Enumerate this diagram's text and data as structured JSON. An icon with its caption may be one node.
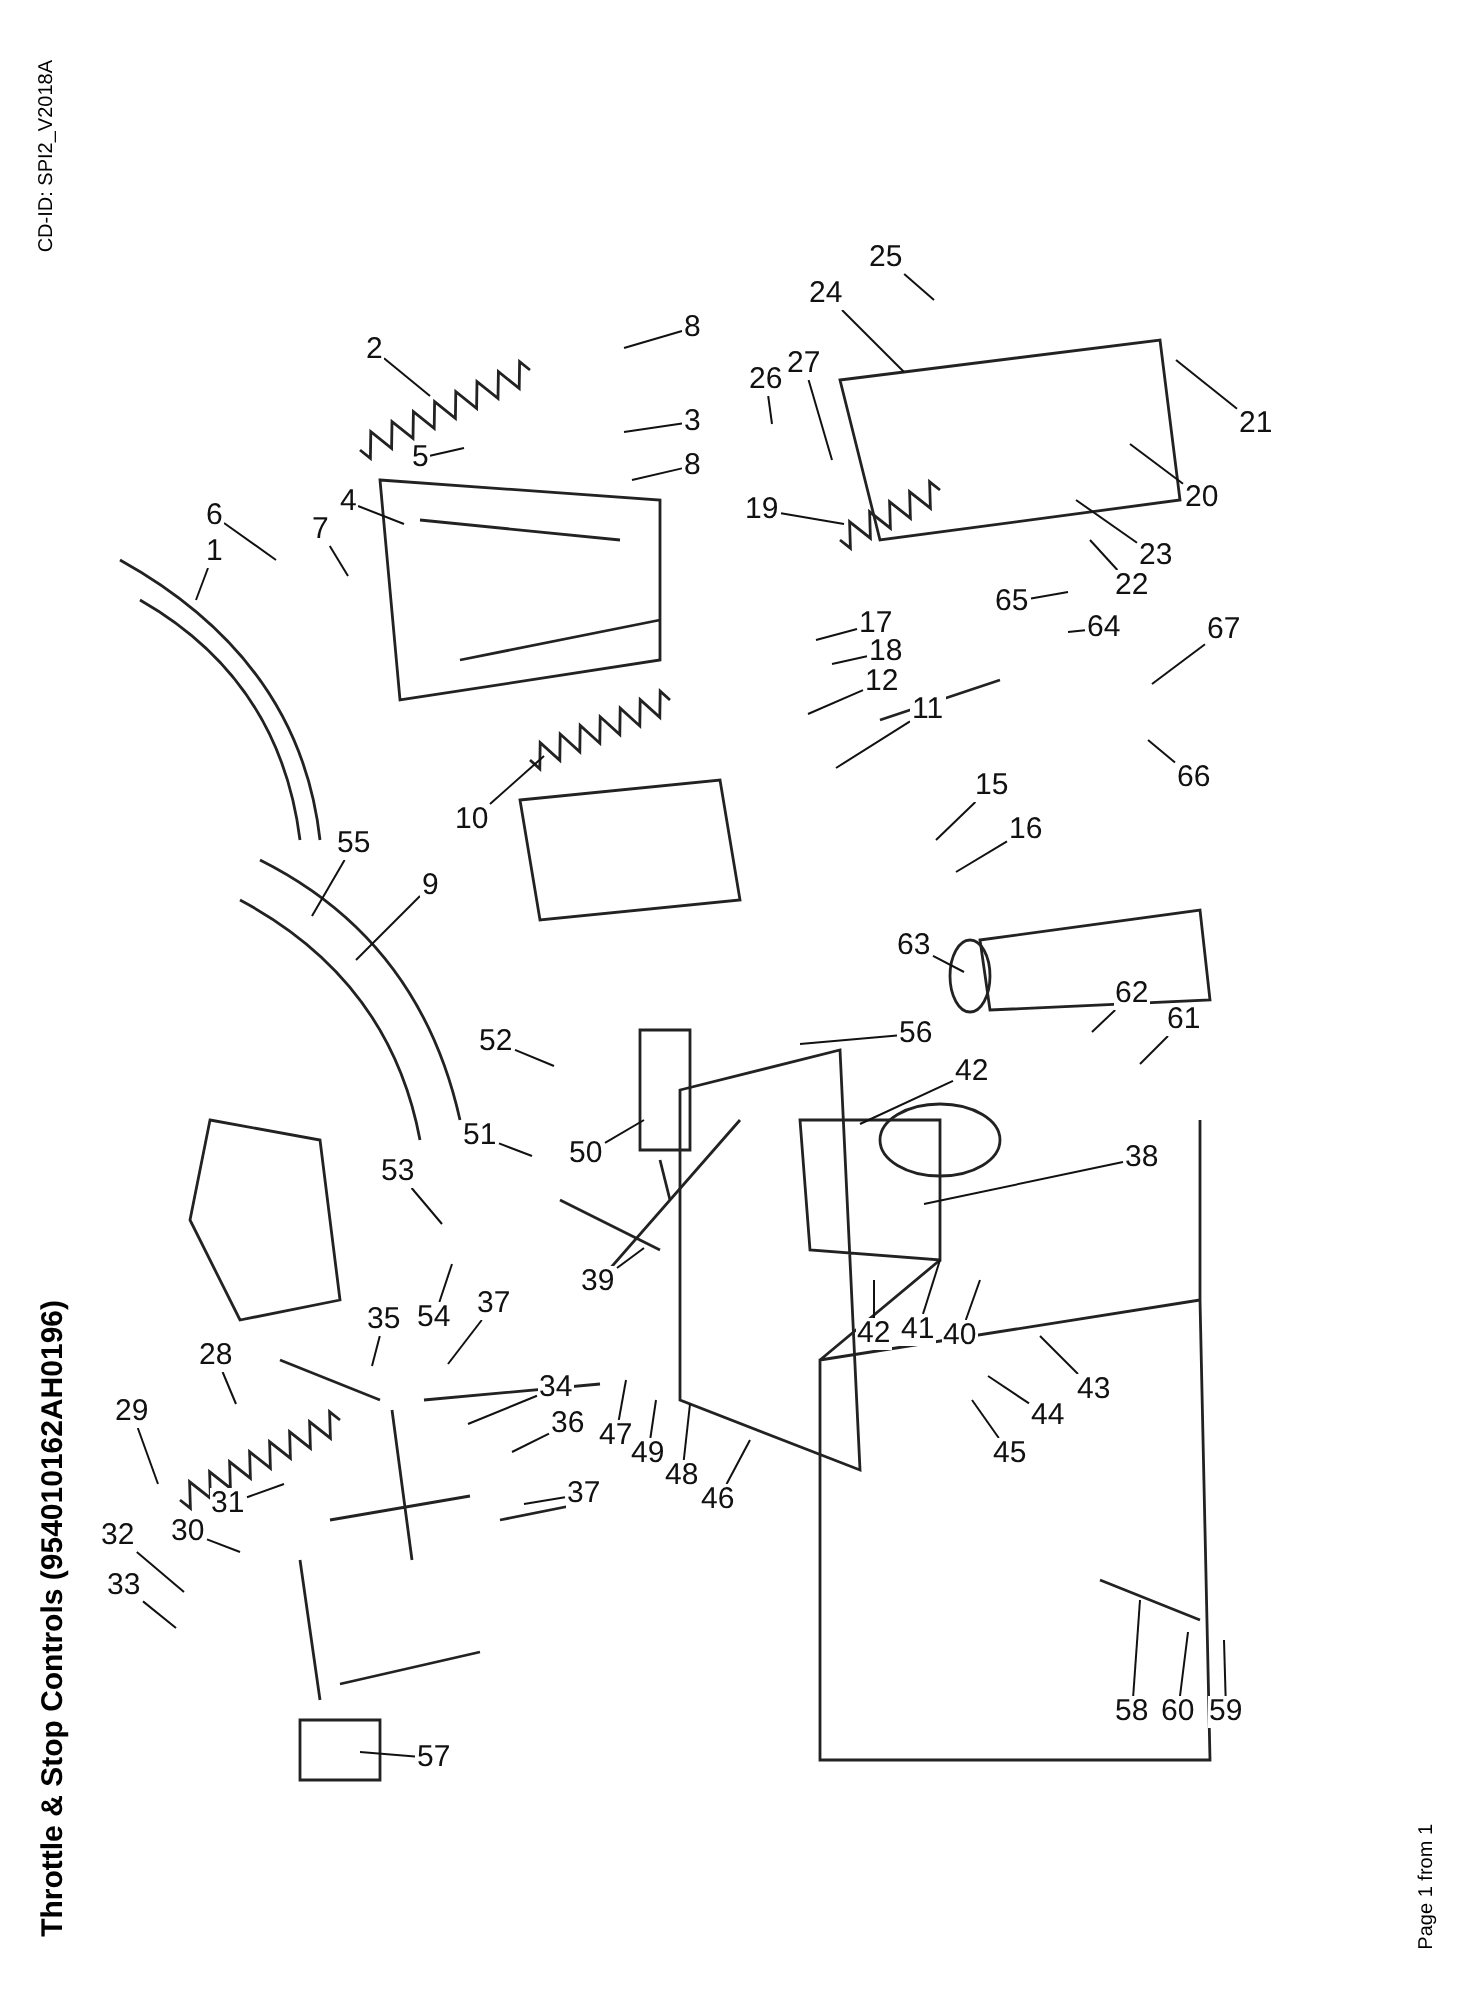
{
  "diagram": {
    "title": "Throttle & Stop Controls (954010162AH0196)",
    "nodes": [
      {
        "text": [
          "1"
        ]
      },
      {
        "text": [
          "2"
        ]
      },
      {
        "text": [
          "3"
        ]
      },
      {
        "text": [
          "4"
        ]
      },
      {
        "text": [
          "5"
        ]
      },
      {
        "text": [
          "6"
        ]
      },
      {
        "text": [
          "7"
        ]
      },
      {
        "text": [
          "8"
        ]
      },
      {
        "text": [
          "8"
        ]
      },
      {
        "text": [
          "9"
        ]
      },
      {
        "text": [
          "10"
        ]
      },
      {
        "text": [
          "11"
        ]
      },
      {
        "text": [
          "12"
        ]
      },
      {
        "text": [
          "15"
        ]
      },
      {
        "text": [
          "16"
        ]
      },
      {
        "text": [
          "17"
        ]
      },
      {
        "text": [
          "18"
        ]
      },
      {
        "text": [
          "19"
        ]
      },
      {
        "text": [
          "20"
        ]
      },
      {
        "text": [
          "21"
        ]
      },
      {
        "text": [
          "22"
        ]
      },
      {
        "text": [
          "23"
        ]
      },
      {
        "text": [
          "24"
        ]
      },
      {
        "text": [
          "25"
        ]
      },
      {
        "text": [
          "26"
        ]
      },
      {
        "text": [
          "27"
        ]
      },
      {
        "text": [
          "28"
        ]
      },
      {
        "text": [
          "29"
        ]
      },
      {
        "text": [
          "30"
        ]
      },
      {
        "text": [
          "31"
        ]
      },
      {
        "text": [
          "32"
        ]
      },
      {
        "text": [
          "33"
        ]
      },
      {
        "text": [
          "34"
        ]
      },
      {
        "text": [
          "35"
        ]
      },
      {
        "text": [
          "36"
        ]
      },
      {
        "text": [
          "37"
        ]
      },
      {
        "text": [
          "37"
        ]
      },
      {
        "text": [
          "38"
        ]
      },
      {
        "text": [
          "39"
        ]
      },
      {
        "text": [
          "40"
        ]
      },
      {
        "text": [
          "41"
        ]
      },
      {
        "text": [
          "42"
        ]
      },
      {
        "text": [
          "42"
        ]
      },
      {
        "text": [
          "43"
        ]
      },
      {
        "text": [
          "44"
        ]
      },
      {
        "text": [
          "45"
        ]
      },
      {
        "text": [
          "46"
        ]
      },
      {
        "text": [
          "47"
        ]
      },
      {
        "text": [
          "48"
        ]
      },
      {
        "text": [
          "49"
        ]
      },
      {
        "text": [
          "50"
        ]
      },
      {
        "text": [
          "51"
        ]
      },
      {
        "text": [
          "52"
        ]
      },
      {
        "text": [
          "53"
        ]
      },
      {
        "text": [
          "54"
        ]
      },
      {
        "text": [
          "55"
        ]
      },
      {
        "text": [
          "56"
        ]
      },
      {
        "text": [
          "57"
        ]
      },
      {
        "text": [
          "58"
        ]
      },
      {
        "text": [
          "59"
        ]
      },
      {
        "text": [
          "60"
        ]
      },
      {
        "text": [
          "61"
        ]
      },
      {
        "text": [
          "62"
        ]
      },
      {
        "text": [
          "63"
        ]
      },
      {
        "text": [
          "64"
        ]
      },
      {
        "text": [
          "65"
        ]
      },
      {
        "text": [
          "66"
        ]
      },
      {
        "text": [
          "67"
        ]
      }
    ],
    "edges": [
      {
        "from": 0,
        "to": null,
        "arrow": "none"
      },
      {
        "from": 1,
        "to": null,
        "arrow": "none"
      },
      {
        "from": 2,
        "to": null,
        "arrow": "none"
      },
      {
        "from": 3,
        "to": null,
        "arrow": "none"
      },
      {
        "from": 4,
        "to": null,
        "arrow": "none"
      },
      {
        "from": 5,
        "to": null,
        "arrow": "none"
      },
      {
        "from": 6,
        "to": null,
        "arrow": "none"
      },
      {
        "from": 7,
        "to": null,
        "arrow": "none"
      },
      {
        "from": 8,
        "to": null,
        "arrow": "none"
      },
      {
        "from": 9,
        "to": null,
        "arrow": "none"
      },
      {
        "from": 10,
        "to": null,
        "arrow": "none"
      },
      {
        "from": 11,
        "to": null,
        "arrow": "none"
      },
      {
        "from": 12,
        "to": null,
        "arrow": "none"
      },
      {
        "from": 13,
        "to": null,
        "arrow": "none"
      },
      {
        "from": 14,
        "to": null,
        "arrow": "none"
      },
      {
        "from": 15,
        "to": null,
        "arrow": "none"
      },
      {
        "from": 16,
        "to": null,
        "arrow": "none"
      },
      {
        "from": 17,
        "to": null,
        "arrow": "none"
      },
      {
        "from": 18,
        "to": null,
        "arrow": "none"
      },
      {
        "from": 19,
        "to": null,
        "arrow": "none"
      },
      {
        "from": 20,
        "to": null,
        "arrow": "none"
      },
      {
        "from": 21,
        "to": null,
        "arrow": "none"
      },
      {
        "from": 22,
        "to": null,
        "arrow": "none"
      },
      {
        "from": 23,
        "to": null,
        "arrow": "none"
      },
      {
        "from": 24,
        "to": null,
        "arrow": "none"
      },
      {
        "from": 25,
        "to": null,
        "arrow": "none"
      },
      {
        "from": 26,
        "to": null,
        "arrow": "none"
      },
      {
        "from": 27,
        "to": null,
        "arrow": "none"
      },
      {
        "from": 28,
        "to": null,
        "arrow": "none"
      },
      {
        "from": 29,
        "to": null,
        "arrow": "none"
      },
      {
        "from": 30,
        "to": null,
        "arrow": "none"
      },
      {
        "from": 31,
        "to": null,
        "arrow": "none"
      },
      {
        "from": 32,
        "to": null,
        "arrow": "none"
      },
      {
        "from": 33,
        "to": null,
        "arrow": "none"
      },
      {
        "from": 34,
        "to": null,
        "arrow": "none"
      },
      {
        "from": 35,
        "to": null,
        "arrow": "none"
      },
      {
        "from": 36,
        "to": null,
        "arrow": "none"
      },
      {
        "from": 37,
        "to": null,
        "arrow": "none"
      },
      {
        "from": 38,
        "to": null,
        "arrow": "none"
      },
      {
        "from": 39,
        "to": null,
        "arrow": "none"
      },
      {
        "from": 40,
        "to": null,
        "arrow": "none"
      },
      {
        "from": 41,
        "to": null,
        "arrow": "none"
      },
      {
        "from": 42,
        "to": null,
        "arrow": "none"
      },
      {
        "from": 43,
        "to": null,
        "arrow": "none"
      },
      {
        "from": 44,
        "to": null,
        "arrow": "none"
      },
      {
        "from": 45,
        "to": null,
        "arrow": "none"
      },
      {
        "from": 46,
        "to": null,
        "arrow": "none"
      },
      {
        "from": 47,
        "to": null,
        "arrow": "none"
      },
      {
        "from": 48,
        "to": null,
        "arrow": "none"
      },
      {
        "from": 49,
        "to": null,
        "arrow": "none"
      },
      {
        "from": 50,
        "to": null,
        "arrow": "none"
      },
      {
        "from": 51,
        "to": null,
        "arrow": "none"
      },
      {
        "from": 52,
        "to": null,
        "arrow": "none"
      },
      {
        "from": 53,
        "to": null,
        "arrow": "none"
      },
      {
        "from": 54,
        "to": null,
        "arrow": "none"
      },
      {
        "from": 55,
        "to": null,
        "arrow": "none"
      },
      {
        "from": 56,
        "to": null,
        "arrow": "none"
      },
      {
        "from": 57,
        "to": null,
        "arrow": "none"
      },
      {
        "from": 58,
        "to": null,
        "arrow": "none"
      },
      {
        "from": 59,
        "to": null,
        "arrow": "none"
      },
      {
        "from": 60,
        "to": null,
        "arrow": "none"
      },
      {
        "from": 61,
        "to": null,
        "arrow": "none"
      },
      {
        "from": 62,
        "to": null,
        "arrow": "none"
      },
      {
        "from": 63,
        "to": null,
        "arrow": "none"
      },
      {
        "from": 64,
        "to": null,
        "arrow": "none"
      },
      {
        "from": 65,
        "to": null,
        "arrow": "none"
      },
      {
        "from": 66,
        "to": null,
        "arrow": "none"
      },
      {
        "from": 67,
        "to": null,
        "arrow": "none"
      }
    ],
    "labels": [
      "CD-ID: SPI2_V2018A",
      "Page 1 from 1"
    ]
  }
}
